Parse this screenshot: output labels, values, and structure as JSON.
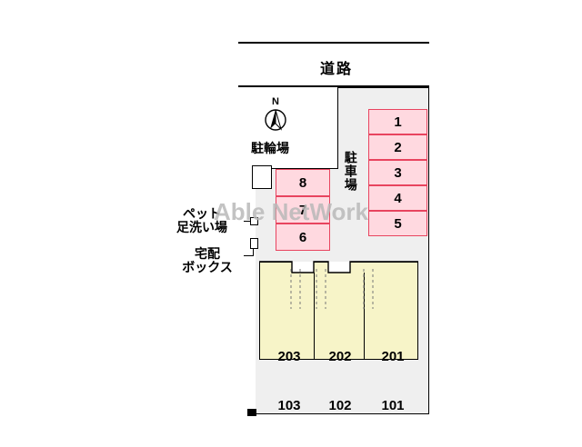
{
  "diagram": {
    "title_watermark": "Able NetWork",
    "road_label": "道路",
    "compass_label": "N",
    "bicycle_parking_label": "駐輪場",
    "car_parking_label": "駐車場",
    "pet_wash_label": "ペット\n足洗い場",
    "delivery_box_label": "宅配\nボックス",
    "parking_stalls_right": [
      "1",
      "2",
      "3",
      "4",
      "5"
    ],
    "parking_stalls_left": [
      "8",
      "7",
      "6"
    ],
    "building_units": [
      {
        "upper": "203",
        "lower": "103"
      },
      {
        "upper": "202",
        "lower": "102"
      },
      {
        "upper": "201",
        "lower": "101"
      }
    ],
    "colors": {
      "stall_fill": "#ffd9e0",
      "stall_border": "#e8445f",
      "building_fill": "#f7f4c8",
      "site_fill": "#efefef",
      "outline": "#000000",
      "watermark": "#b9b9b9"
    }
  }
}
